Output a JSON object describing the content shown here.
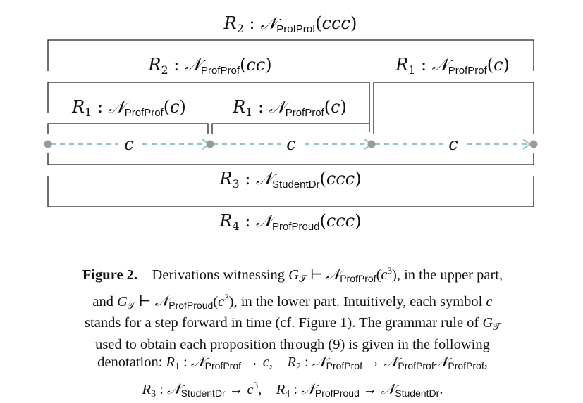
{
  "figure": {
    "labels": {
      "top": {
        "rule": "R",
        "idx": "2",
        "sym": "𝒩",
        "sub": "ProfProf",
        "arg": "ccc"
      },
      "mid_left": {
        "rule": "R",
        "idx": "2",
        "sym": "𝒩",
        "sub": "ProfProf",
        "arg": "cc"
      },
      "mid_right": {
        "rule": "R",
        "idx": "1",
        "sym": "𝒩",
        "sub": "ProfProf",
        "arg": "c"
      },
      "low_1": {
        "rule": "R",
        "idx": "1",
        "sym": "𝒩",
        "sub": "ProfProf",
        "arg": "c"
      },
      "low_2": {
        "rule": "R",
        "idx": "1",
        "sym": "𝒩",
        "sub": "ProfProf",
        "arg": "c"
      },
      "below_1": {
        "rule": "R",
        "idx": "3",
        "sym": "𝒩",
        "sub": "StudentDr",
        "arg": "ccc"
      },
      "below_2": {
        "rule": "R",
        "idx": "4",
        "sym": "𝒩",
        "sub": "ProfProud",
        "arg": "ccc"
      }
    },
    "steps": [
      "c",
      "c",
      "c"
    ]
  },
  "caption": {
    "label": "Figure 2.",
    "p1": "Derivations witnessing",
    "p2": ", in the upper part,",
    "p3": "and",
    "p4": ", in the lower part. Intuitively, each symbol",
    "p5": "stands for a step forward in time (cf. Figure 1). The grammar rule of",
    "p6": "used to obtain each proposition through (9) is given in the following",
    "p7": "denotation:",
    "G": "G",
    "T": "𝒯",
    "N": "𝒩",
    "c": "c",
    "cube": "3",
    "sub_profprof": "ProfProf",
    "sub_profproud": "ProfProud",
    "sub_studentdr": "StudentDr"
  }
}
